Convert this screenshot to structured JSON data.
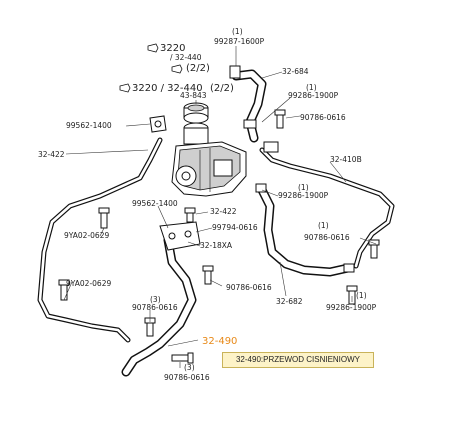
{
  "labels": {
    "ref_3220_a": "3220",
    "ref_3220_a_sub": "/ 32-440",
    "ref_2_2_a": "(2/2)",
    "ref_3220_b": "3220 / 32-440",
    "ref_2_2_b": "(2/2)",
    "p99287": "99287-1600P",
    "p99287_qty": "(1)",
    "p32684": "32-684",
    "p43843": "43-843",
    "p99286_top": "99286-1900P",
    "p99286_top_qty": "(1)",
    "p90786_top": "90786-0616",
    "p99562_a": "99562-1400",
    "p32422_a": "32-422",
    "p32410b": "32-410B",
    "p99286_mid": "99286-1900P",
    "p99286_mid_qty": "(1)",
    "p99562_b": "99562-1400",
    "p32422_b": "32-422",
    "p99794": "99794-0616",
    "p32_18xa": "32-18XA",
    "p9ya02_a": "9YA02-0629",
    "p9ya02_b": "9YA02-0629",
    "p90786_mid": "90786-0616",
    "p90786_right": "90786-0616",
    "p90786_right_qty": "(1)",
    "p32682": "32-682",
    "p99286_bot": "99286-1900P",
    "p99286_bot_qty": "(1)",
    "p90786_left": "90786-0616",
    "p90786_left_qty": "(3)",
    "p32490": "32-490",
    "p90786_bottom": "90786-0616",
    "p90786_bottom_qty": "(3)"
  },
  "caption": "32-490:PRZEWOD CISNIENIOWY",
  "colors": {
    "highlight_text": "#e88a1a",
    "caption_bg": "#fdf3c8",
    "line": "#111111"
  }
}
